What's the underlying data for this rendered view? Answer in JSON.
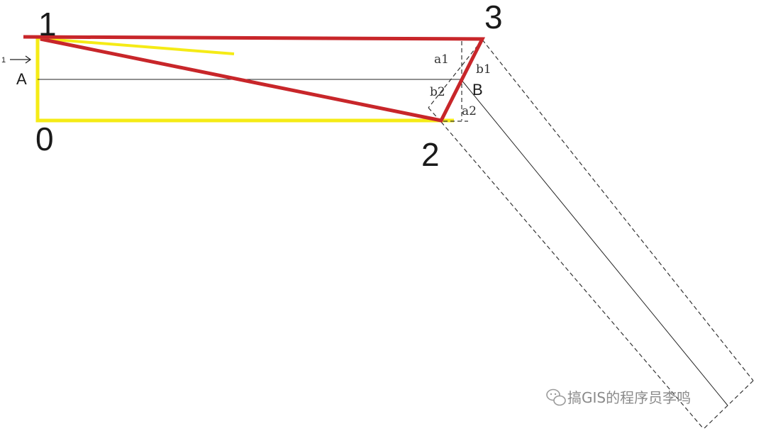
{
  "points": {
    "p0": "0",
    "p1": "1",
    "p2": "2",
    "p3": "3"
  },
  "labels": {
    "A": "A",
    "B": "B",
    "a1": "a1",
    "a2": "a2",
    "b1": "b1",
    "b2": "b2",
    "arrow_index": "1"
  },
  "watermark": {
    "text": "搞GIS的程序员李鸣",
    "icon": "wechat-icon"
  },
  "colors": {
    "red_outline": "#c8262a",
    "yellow_outline": "#f5eb16",
    "line": "#222222",
    "dashed": "#333333"
  }
}
